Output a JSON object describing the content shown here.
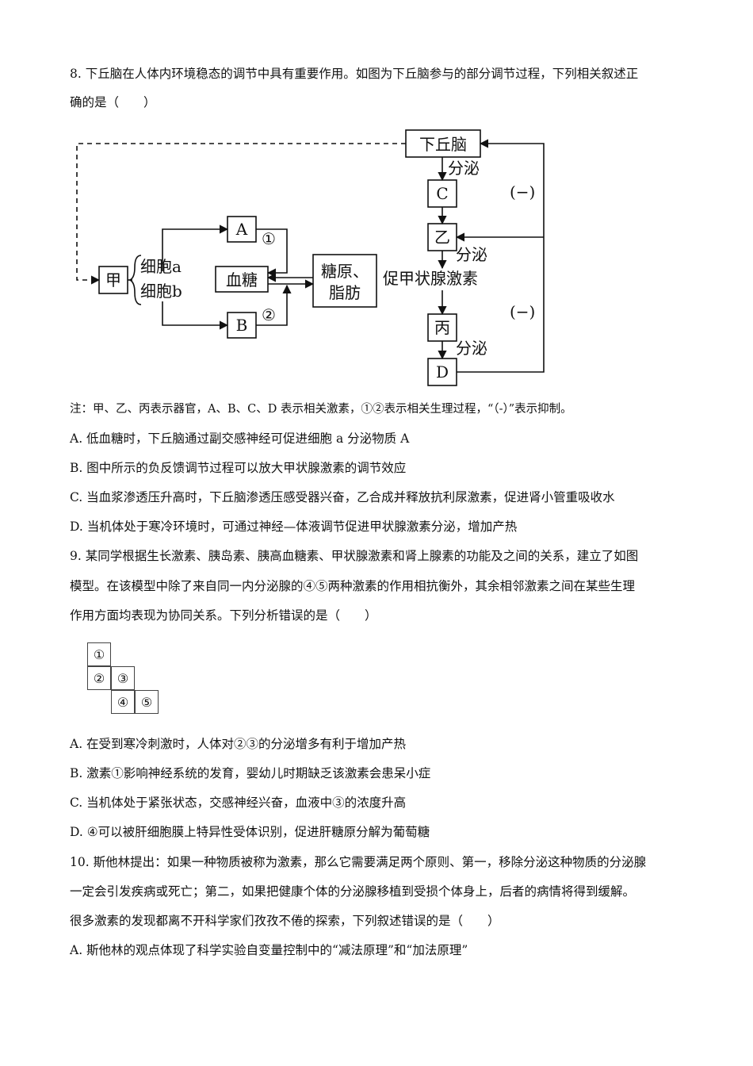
{
  "q8": {
    "stem_line1": "8. 下丘脑在人体内环境稳态的调节中具有重要作用。如图为下丘脑参与的部分调节过程，下列相关叙述正",
    "stem_line2": "确的是（　　）",
    "diagram": {
      "hypothalamus": "下丘脑",
      "secrete": "分泌",
      "C": "C",
      "yi": "乙",
      "tsh": "促甲状腺激素",
      "bing": "丙",
      "D": "D",
      "neg": "(−)",
      "jia": "甲",
      "cell_a": "细胞a",
      "cell_b": "细胞b",
      "A": "A",
      "B": "B",
      "p1": "①",
      "p2": "②",
      "blood_sugar": "血糖",
      "glycogen_line1": "糖原、",
      "glycogen_line2": "脂肪"
    },
    "note": "注：甲、乙、丙表示器官，A、B、C、D 表示相关激素，①②表示相关生理过程，“（-）”表示抑制。",
    "options": [
      "A. 低血糖时，下丘脑通过副交感神经可促进细胞 a 分泌物质 A",
      "B. 图中所示的负反馈调节过程可以放大甲状腺激素的调节效应",
      "C. 当血浆渗透压升高时，下丘脑渗透压感受器兴奋，乙合成并释放抗利尿激素，促进肾小管重吸收水",
      "D. 当机体处于寒冷环境时，可通过神经—体液调节促进甲状腺激素分泌，增加产热"
    ]
  },
  "q9": {
    "stem_line1": "9. 某同学根据生长激素、胰岛素、胰高血糖素、甲状腺激素和肾上腺素的功能及之间的关系，建立了如图",
    "stem_line2": "模型。在该模型中除了来自同一内分泌腺的④⑤两种激素的作用相抗衡外，其余相邻激素之间在某些生理",
    "stem_line3": "作用方面均表现为协同关系。下列分析错误的是（　　）",
    "grid": [
      "①",
      "②",
      "③",
      "④",
      "⑤"
    ],
    "options": [
      "A. 在受到寒冷刺激时，人体对②③的分泌增多有利于增加产热",
      "B. 激素①影响神经系统的发育，婴幼儿时期缺乏该激素会患呆小症",
      "C. 当机体处于紧张状态，交感神经兴奋，血液中③的浓度升高",
      "D. ④可以被肝细胞膜上特异性受体识别，促进肝糖原分解为葡萄糖"
    ]
  },
  "q10": {
    "stem_line1": "10. 斯他林提出：如果一种物质被称为激素，那么它需要满足两个原则、第一，移除分泌这种物质的分泌腺",
    "stem_line2": "一定会引发疾病或死亡；第二，如果把健康个体的分泌腺移植到受损个体身上，后者的病情将得到缓解。",
    "stem_line3": "很多激素的发现都离不开科学家们孜孜不倦的探索，下列叙述错误的是（　　）",
    "options": [
      "A. 斯他林的观点体现了科学实验自变量控制中的“减法原理”和“加法原理”"
    ]
  }
}
